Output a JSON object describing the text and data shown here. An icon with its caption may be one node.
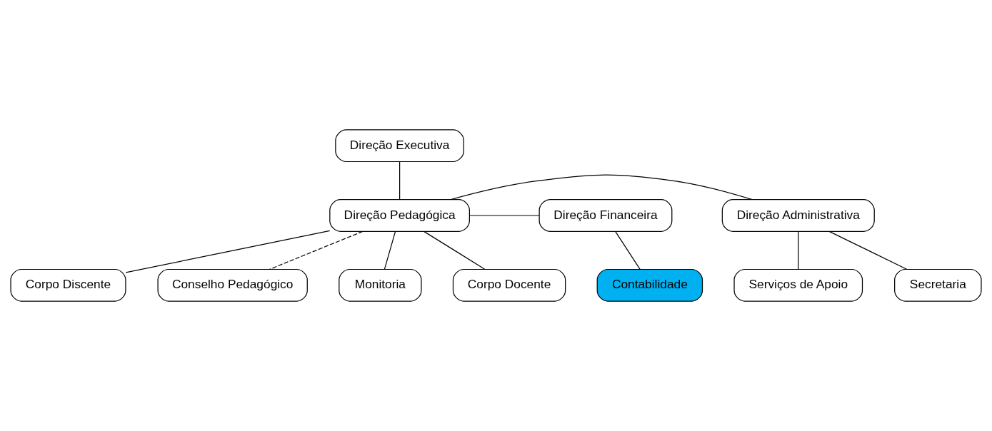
{
  "diagram": {
    "nodes": [
      {
        "text": [
          "Direção Executiva"
        ]
      },
      {
        "text": [
          "Direção Administrativa"
        ]
      },
      {
        "text": [
          "Direção Pedagógica"
        ]
      },
      {
        "text": [
          "Direção Financeira"
        ]
      },
      {
        "text": [
          "Conselho Pedagógico"
        ]
      },
      {
        "text": [
          "Secretaria"
        ]
      },
      {
        "text": [
          "Serviços de Apoio"
        ]
      },
      {
        "text": [
          "Monitoria"
        ]
      },
      {
        "text": [
          "Corpo Docente"
        ]
      },
      {
        "text": [
          "Corpo Discente"
        ]
      },
      {
        "text": [
          "Contabilidade"
        ]
      }
    ],
    "edges": [
      {
        "from": 0,
        "to": 2,
        "arrow": "none"
      },
      {
        "from": 2,
        "to": 1,
        "arrow": "none"
      },
      {
        "from": 2,
        "to": 3,
        "arrow": "none"
      },
      {
        "from": 2,
        "to": 4,
        "arrow": "none",
        "style": "dashed"
      },
      {
        "from": 1,
        "to": 5,
        "arrow": "none"
      },
      {
        "from": 1,
        "to": 6,
        "arrow": "none"
      },
      {
        "from": 2,
        "to": 7,
        "arrow": "none"
      },
      {
        "from": 2,
        "to": 8,
        "arrow": "none"
      },
      {
        "from": 2,
        "to": 9,
        "arrow": "none"
      },
      {
        "from": 3,
        "to": 10,
        "arrow": "none"
      }
    ]
  }
}
